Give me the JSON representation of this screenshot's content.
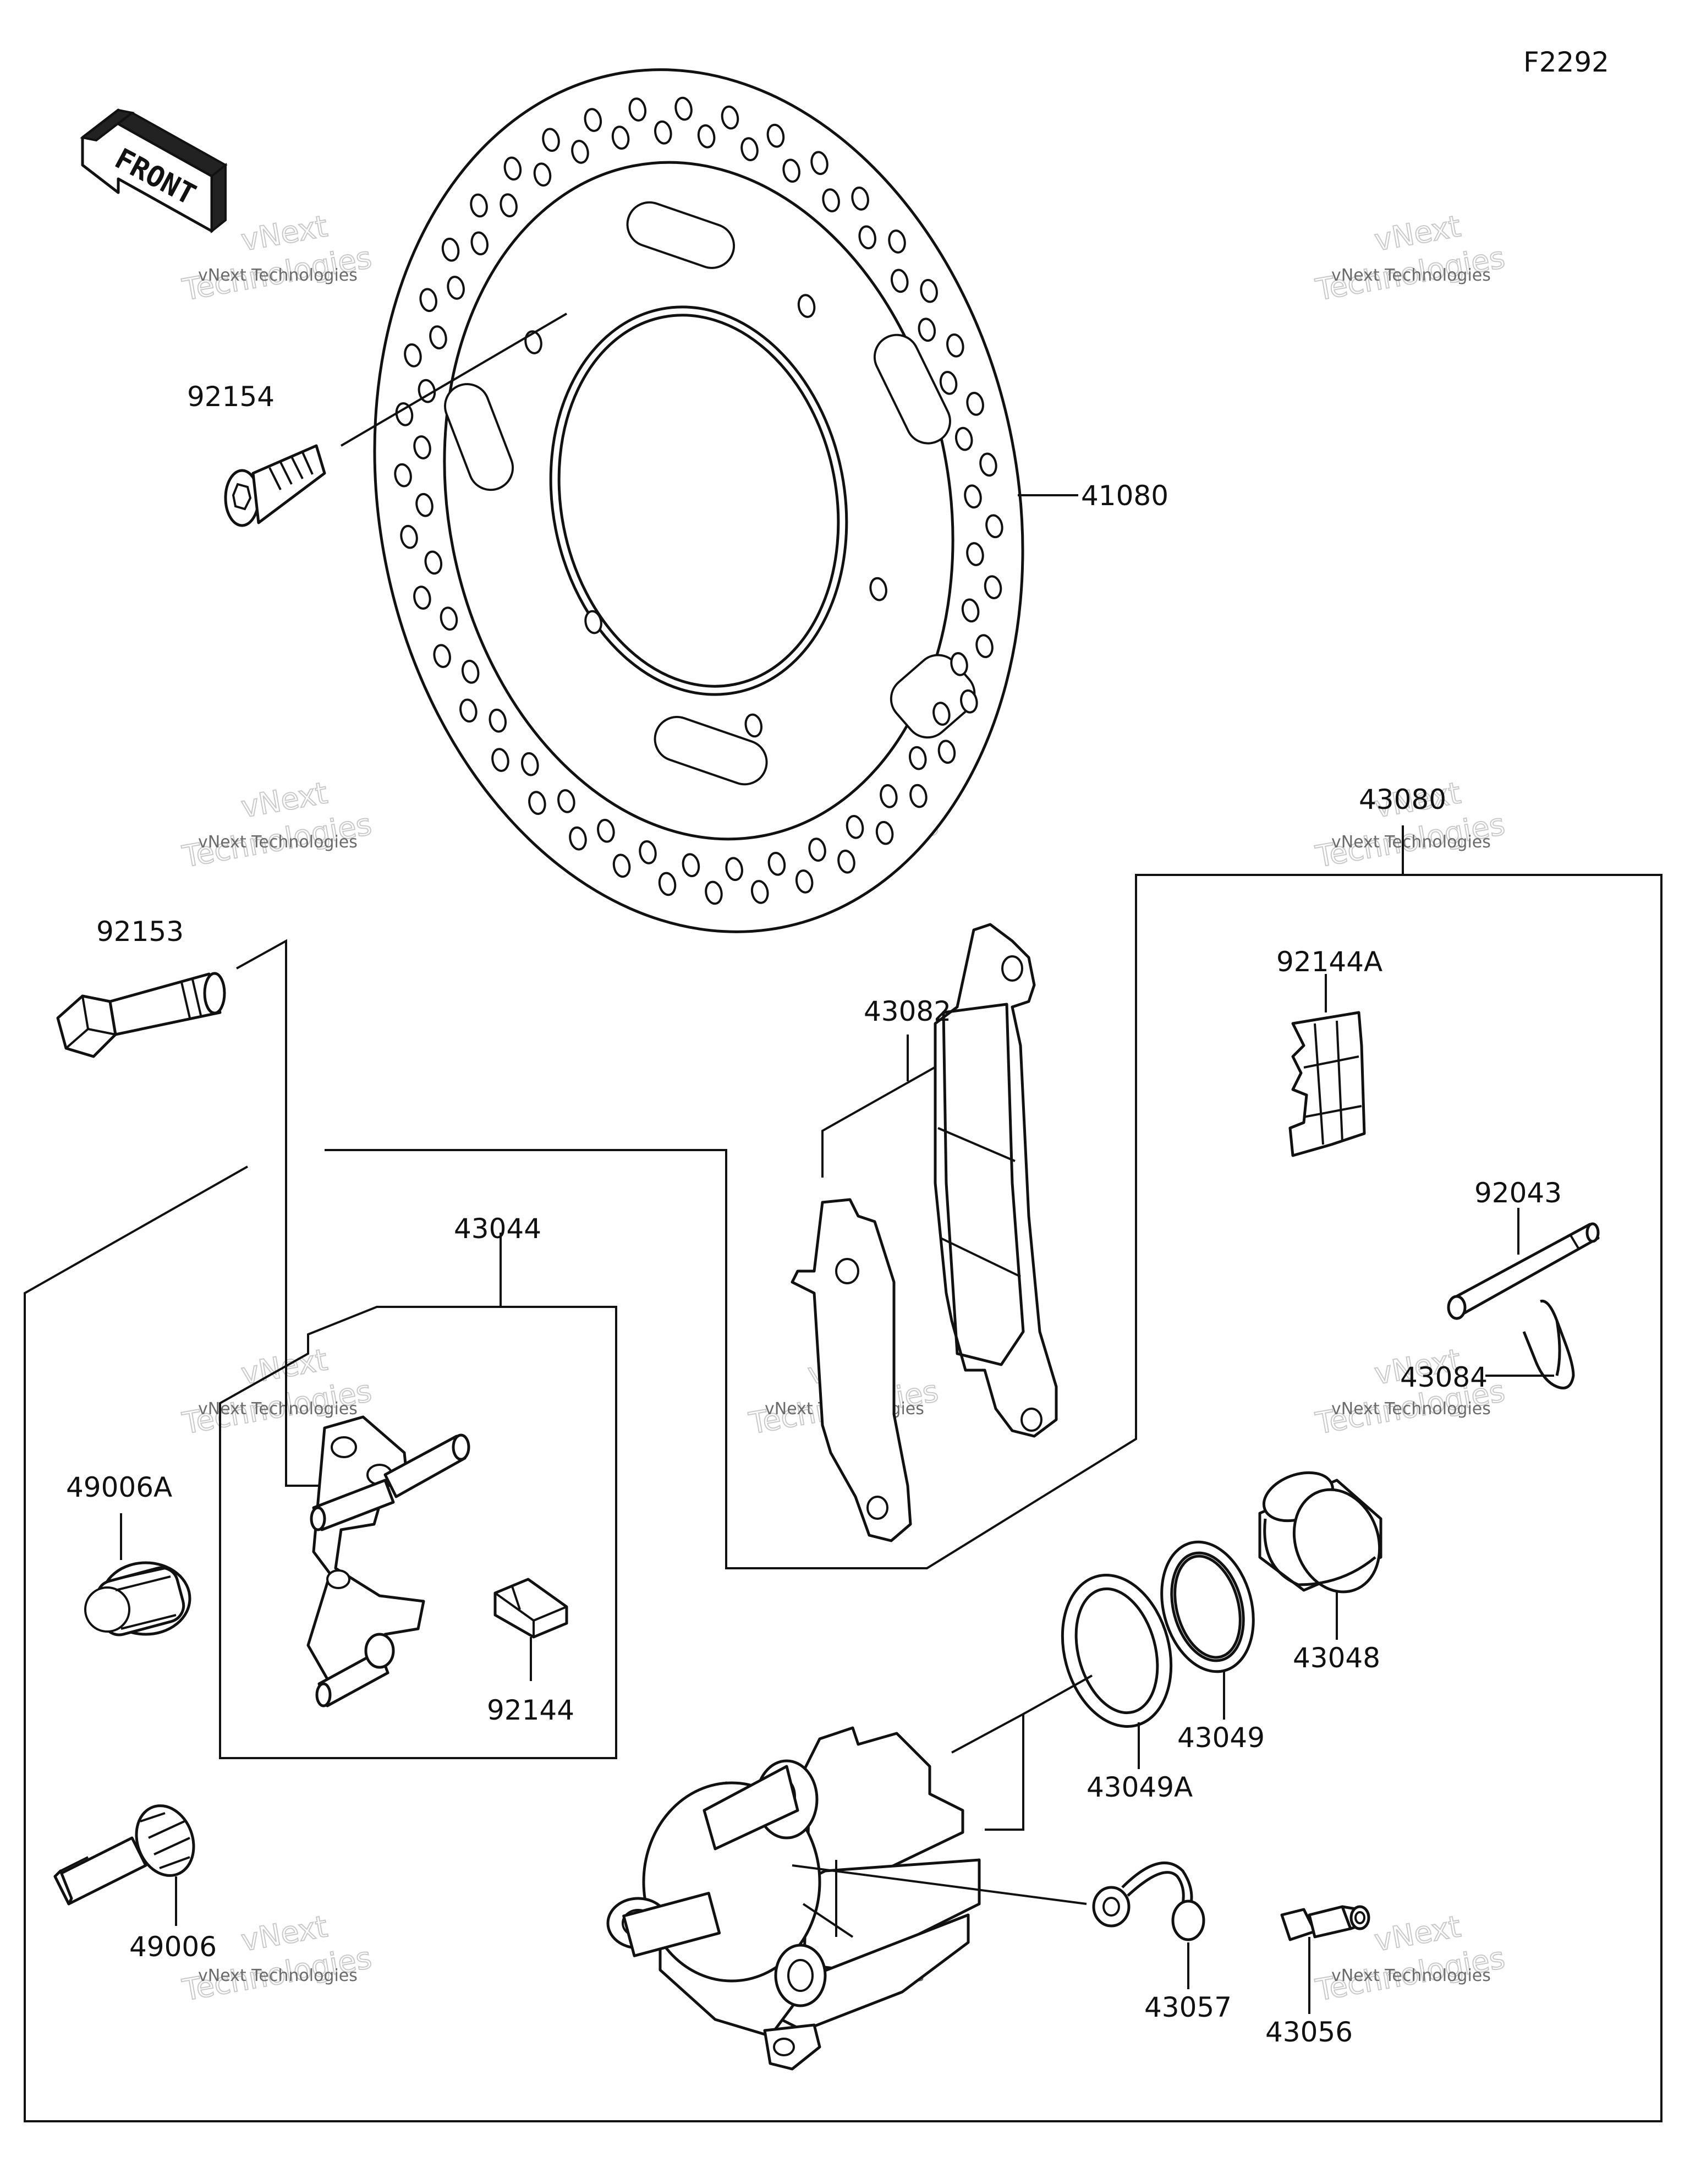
{
  "diagram_code": "F2292",
  "front_arrow_text": "FRONT",
  "watermark": {
    "line1": "vNext Technologies",
    "line2": "Technologies",
    "line3": "vNext"
  },
  "parts": {
    "p41080": "41080",
    "p92154": "92154",
    "p92153": "92153",
    "p43080": "43080",
    "p92144A": "92144A",
    "p43082": "43082",
    "p92043": "92043",
    "p43084": "43084",
    "p43044": "43044",
    "p49006A": "49006A",
    "p92144": "92144",
    "p43048": "43048",
    "p43049": "43049",
    "p43049A": "43049A",
    "p49006": "49006",
    "p43057": "43057",
    "p43056": "43056"
  }
}
